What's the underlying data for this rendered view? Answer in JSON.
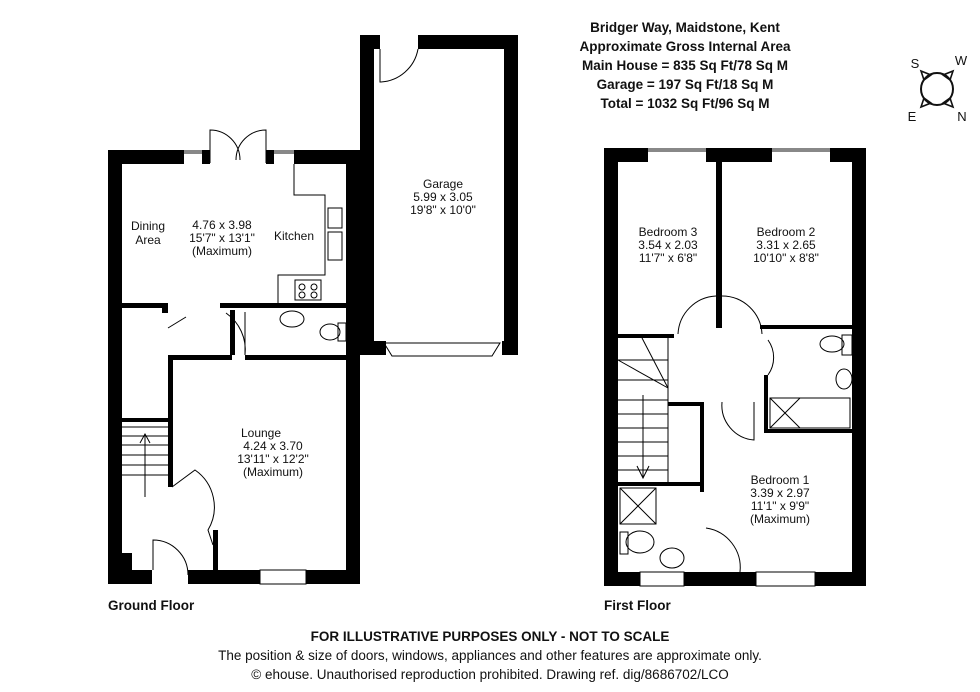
{
  "header": {
    "address": "Bridger Way, Maidstone, Kent",
    "subtitle": "Approximate Gross Internal Area",
    "main_house": "Main House = 835 Sq Ft/78 Sq M",
    "garage": "Garage = 197 Sq Ft/18 Sq M",
    "total": "Total = 1032 Sq Ft/96 Sq M"
  },
  "compass": {
    "icon": "compass-icon",
    "labels": {
      "s": "S",
      "w": "W",
      "e": "E",
      "n": "N"
    }
  },
  "ground_floor": {
    "label": "Ground Floor",
    "rooms": {
      "dining": {
        "line1": "Dining",
        "line2": "Area"
      },
      "kitchen_dining": {
        "dims_m": "4.76 x 3.98",
        "dims_ft": "15'7\" x 13'1\"",
        "note": "(Maximum)"
      },
      "kitchen": {
        "name": "Kitchen"
      },
      "lounge": {
        "name": "Lounge",
        "dims_m": "4.24 x 3.70",
        "dims_ft": "13'11\" x 12'2\"",
        "note": "(Maximum)"
      },
      "garage": {
        "name": "Garage",
        "dims_m": "5.99 x 3.05",
        "dims_ft": "19'8\" x 10'0\""
      }
    }
  },
  "first_floor": {
    "label": "First Floor",
    "rooms": {
      "bedroom3": {
        "name": "Bedroom 3",
        "dims_m": "3.54 x 2.03",
        "dims_ft": "11'7\" x 6'8\""
      },
      "bedroom2": {
        "name": "Bedroom 2",
        "dims_m": "3.31 x 2.65",
        "dims_ft": "10'10\" x 8'8\""
      },
      "bedroom1": {
        "name": "Bedroom 1",
        "dims_m": "3.39 x 2.97",
        "dims_ft": "11'1\" x 9'9\"",
        "note": "(Maximum)"
      }
    }
  },
  "footer": {
    "disclaimer": "FOR ILLUSTRATIVE PURPOSES ONLY - NOT TO SCALE",
    "note": "The position & size of doors, windows, appliances and other features are approximate only.",
    "copyright": "© ehouse. Unauthorised reproduction prohibited. Drawing ref. dig/8686702/LCO"
  }
}
